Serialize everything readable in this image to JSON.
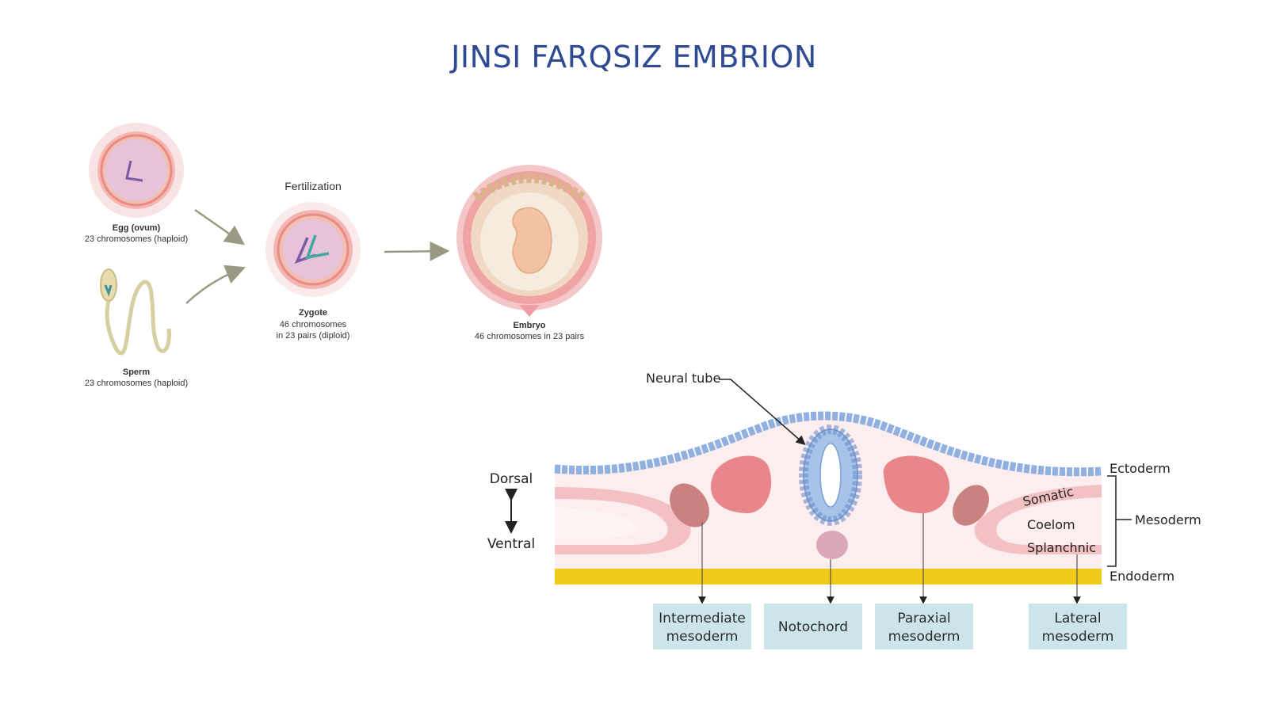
{
  "title": "JINSI FARQSIZ EMBRION",
  "fertilization": {
    "heading": "Fertilization",
    "egg": {
      "name": "Egg (ovum)",
      "detail": "23 chromosomes (haploid)"
    },
    "sperm": {
      "name": "Sperm",
      "detail": "23 chromosomes (haploid)"
    },
    "zygote": {
      "name": "Zygote",
      "detail1": "46 chromosomes",
      "detail2": "in 23 pairs (diploid)"
    },
    "embryo": {
      "name": "Embryo",
      "detail": "46 chromosomes in 23 pairs"
    }
  },
  "cross_section": {
    "neural_tube": "Neural tube",
    "dorsal": "Dorsal",
    "ventral": "Ventral",
    "ectoderm": "Ectoderm",
    "mesoderm": "Mesoderm",
    "endoderm": "Endoderm",
    "somatic": "Somatic",
    "coelom": "Coelom",
    "splanchnic": "Splanchnic",
    "boxes": [
      {
        "line1": "Intermediate",
        "line2": "mesoderm"
      },
      {
        "line1": "Notochord",
        "line2": ""
      },
      {
        "line1": "Paraxial",
        "line2": "mesoderm"
      },
      {
        "line1": "Lateral",
        "line2": "mesoderm"
      }
    ]
  },
  "colors": {
    "title": "#2f4a93",
    "ectoderm": "#8fb0e0",
    "mesoderm_pink": "#f6c7c9",
    "somite": "#e9868c",
    "intermediate": "#c98280",
    "endoderm": "#f1c919",
    "box_fill": "#cbe5ea"
  }
}
